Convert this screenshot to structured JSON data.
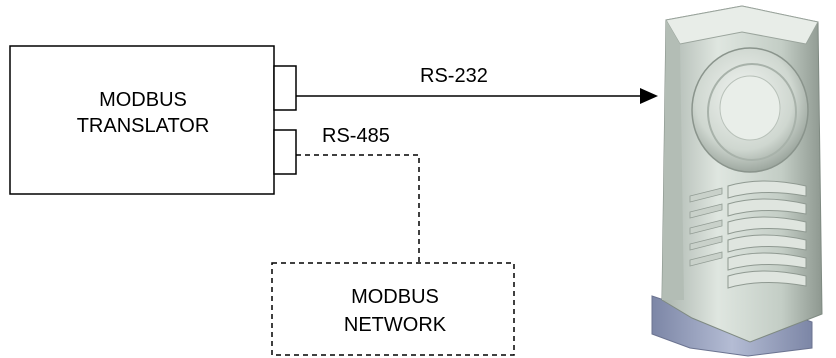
{
  "translator": {
    "line1": "MODBUS",
    "line2": "TRANSLATOR"
  },
  "network": {
    "line1": "MODBUS",
    "line2": "NETWORK"
  },
  "links": {
    "rs232": "RS-232",
    "rs485": "RS-485"
  },
  "colors": {
    "line": "#000000",
    "computer_body": "#c9d3cb",
    "computer_base": "#9aa3bd"
  },
  "icons": {
    "computer": "server-tower-icon"
  }
}
